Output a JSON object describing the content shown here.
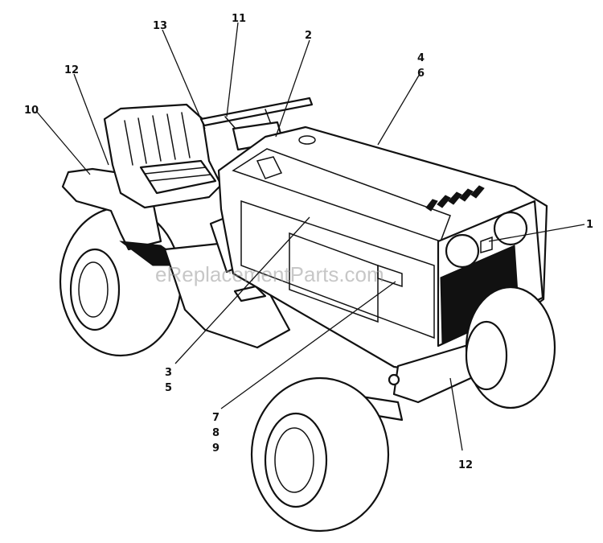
{
  "diagram": {
    "subject": "lawn tractor body parts illustration",
    "watermark": "eReplacementParts.com",
    "callouts": [
      {
        "id": "c1",
        "lines": [
          "1"
        ]
      },
      {
        "id": "c2",
        "lines": [
          "2"
        ]
      },
      {
        "id": "c3",
        "lines": [
          "3",
          "5"
        ]
      },
      {
        "id": "c4",
        "lines": [
          "4",
          "6"
        ]
      },
      {
        "id": "c7",
        "lines": [
          "7",
          "8",
          "9"
        ]
      },
      {
        "id": "c10",
        "lines": [
          "10"
        ]
      },
      {
        "id": "c11",
        "lines": [
          "11"
        ]
      },
      {
        "id": "c12a",
        "lines": [
          "12"
        ]
      },
      {
        "id": "c12b",
        "lines": [
          "12"
        ]
      },
      {
        "id": "c13",
        "lines": [
          "13"
        ]
      }
    ]
  }
}
